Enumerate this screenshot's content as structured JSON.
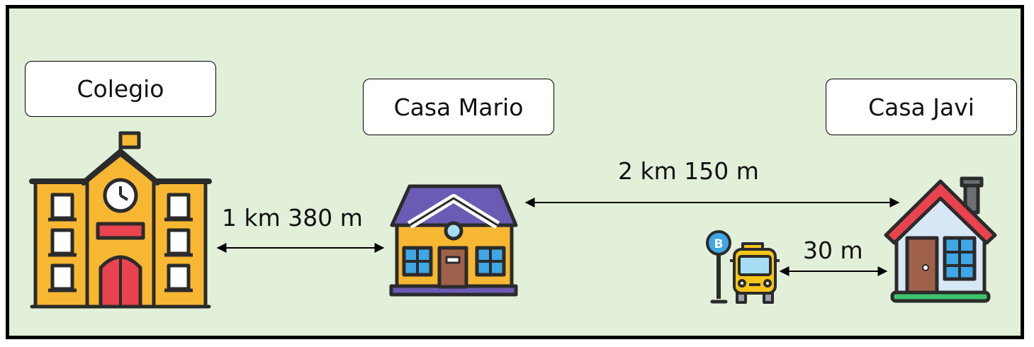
{
  "labels": {
    "colegio": "Colegio",
    "casa_mario": "Casa Mario",
    "casa_javi": "Casa Javi"
  },
  "distances": {
    "colegio_to_mario": "1 km 380 m",
    "mario_to_javi": "2 km 150 m",
    "bus_to_javi": "30 m"
  },
  "icons": [
    "school-icon",
    "house-mario-icon",
    "house-javi-icon",
    "bus-stop-icon",
    "bus-icon"
  ],
  "bus_stop_letter": "B",
  "colors": {
    "background": "#e2efd9",
    "school_orange": "#f7b733",
    "mario_roof": "#6b5bb5",
    "javi_roof": "#e8434e",
    "door_brown": "#a0614a",
    "window_blue": "#3fa7e6",
    "bus_yellow": "#f5c518"
  }
}
